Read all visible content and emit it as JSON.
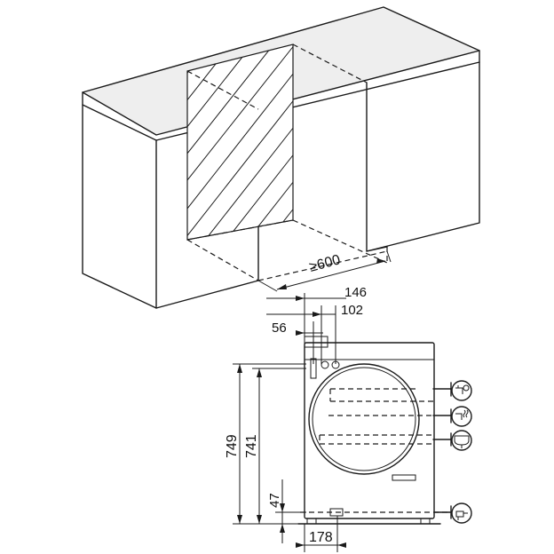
{
  "dimensions": {
    "width_min": "≥600",
    "d146": "146",
    "d102": "102",
    "d56": "56",
    "height_749": "749",
    "height_741": "741",
    "d47": "47",
    "d178": "178"
  },
  "icons": [
    {
      "name": "water-inlet-tap-icon"
    },
    {
      "name": "hot-water-inlet-icon"
    },
    {
      "name": "drain-hose-icon"
    },
    {
      "name": "power-plug-icon"
    }
  ]
}
